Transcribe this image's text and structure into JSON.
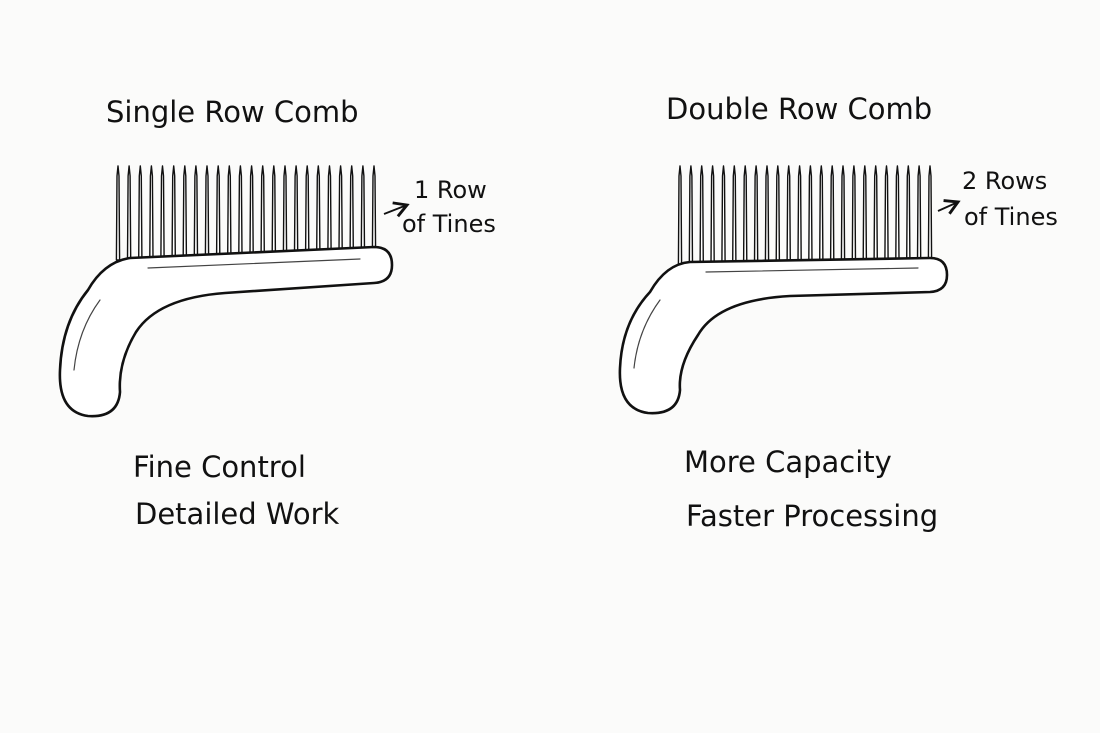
{
  "colors": {
    "ink": "#111111",
    "paper": "#fbfbfa"
  },
  "panels": [
    {
      "title": "Single Row Comb",
      "tine_label": [
        "1 Row",
        "of Tines"
      ],
      "features": [
        "Fine Control",
        "Detailed Work"
      ],
      "rows_of_tines": 1
    },
    {
      "title": "Double Row Comb",
      "tine_label": [
        "2 Rows",
        "of Tines"
      ],
      "features": [
        "More Capacity",
        "Faster Processing"
      ],
      "rows_of_tines": 2
    }
  ]
}
